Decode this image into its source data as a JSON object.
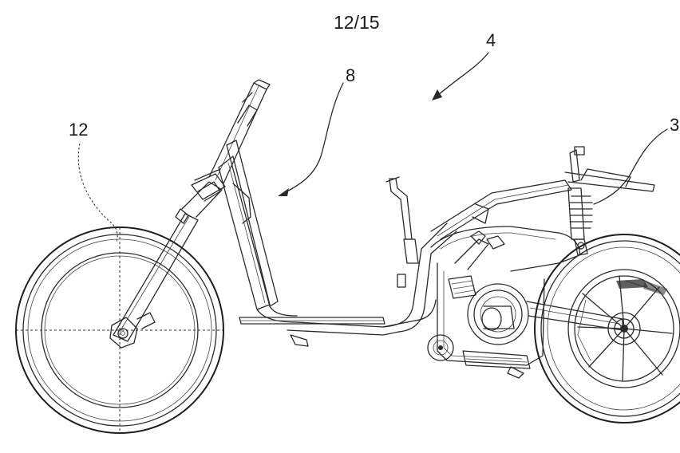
{
  "sheet": {
    "number": "12/15"
  },
  "references": [
    {
      "id": "ref-4",
      "text": "4"
    },
    {
      "id": "ref-8",
      "text": "8"
    },
    {
      "id": "ref-12",
      "text": "12"
    },
    {
      "id": "ref-3",
      "text": "3"
    }
  ]
}
